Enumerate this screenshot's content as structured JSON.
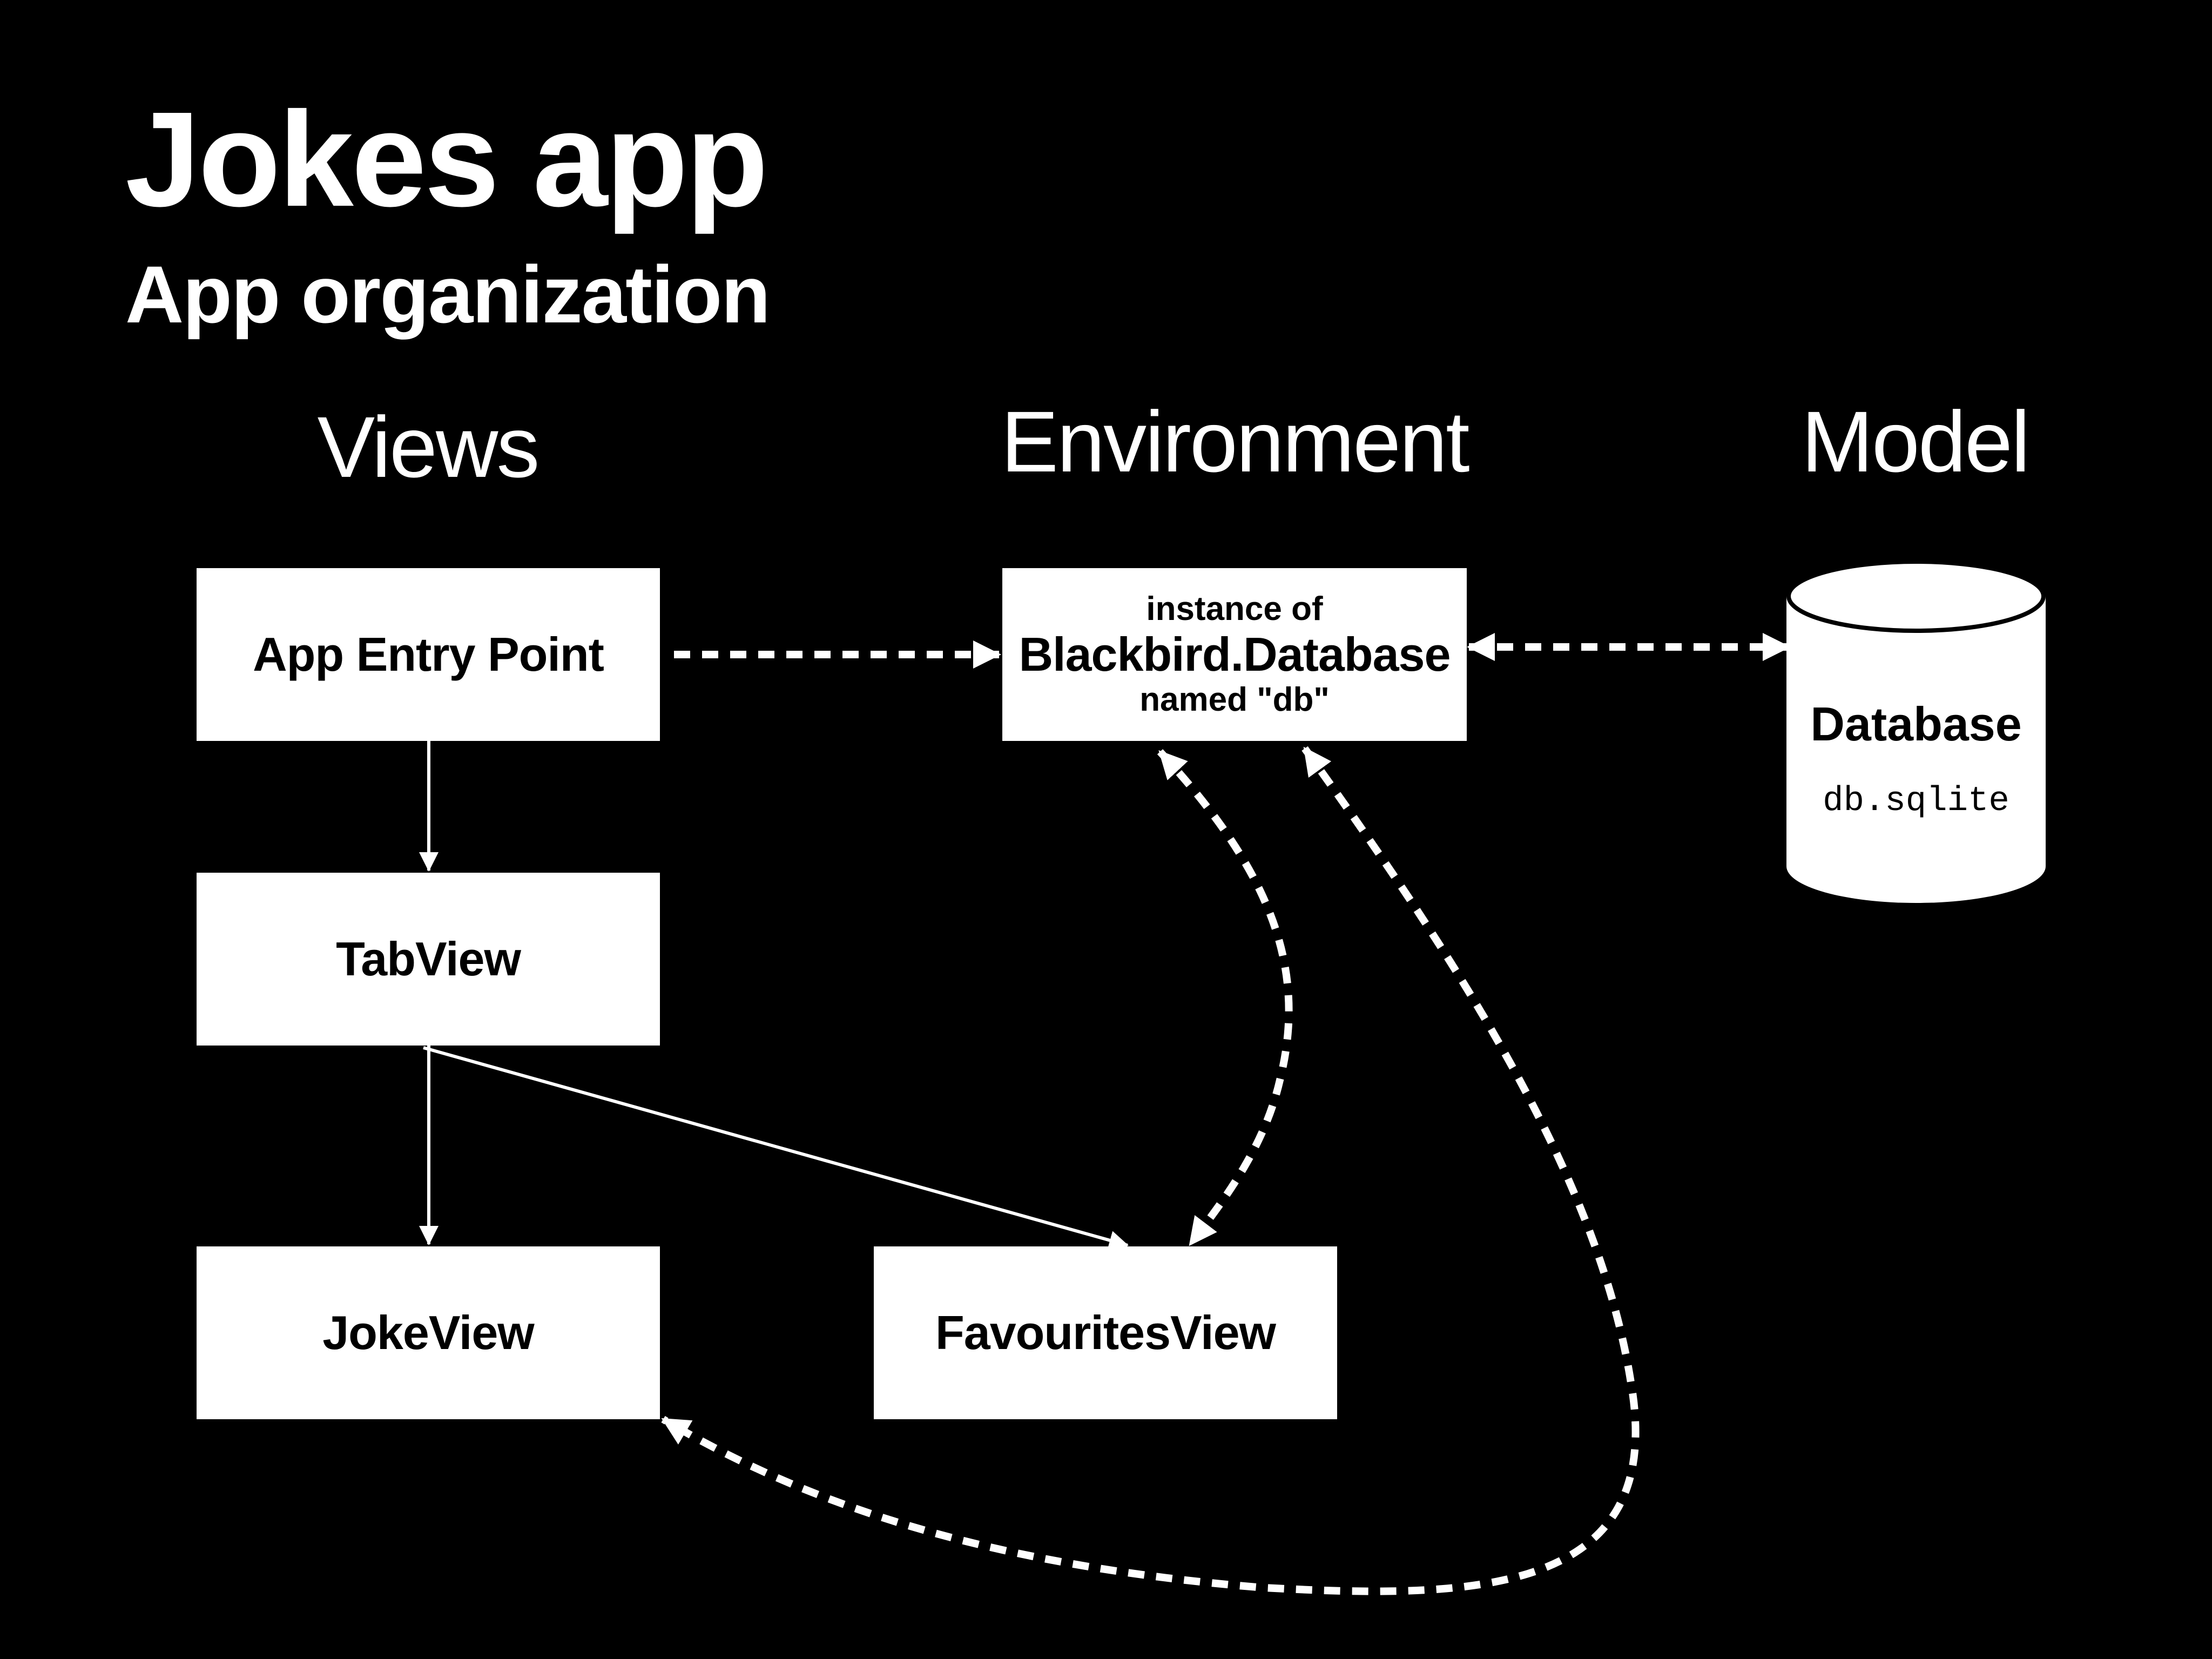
{
  "slide": {
    "title": "Jokes app",
    "subtitle": "App organization"
  },
  "columns": {
    "views": "Views",
    "environment": "Environment",
    "model": "Model"
  },
  "boxes": {
    "app_entry_point": "App Entry Point",
    "tab_view": "TabView",
    "joke_view": "JokeView",
    "favourites_view": "FavouritesView"
  },
  "environment_object": {
    "line1": "instance of",
    "line2": "Blackbird.Database",
    "line3": "named \"db\""
  },
  "database": {
    "name": "Database",
    "file": "db.sqlite"
  },
  "colors": {
    "background": "#000000",
    "foreground": "#ffffff",
    "box_text": "#000000"
  }
}
